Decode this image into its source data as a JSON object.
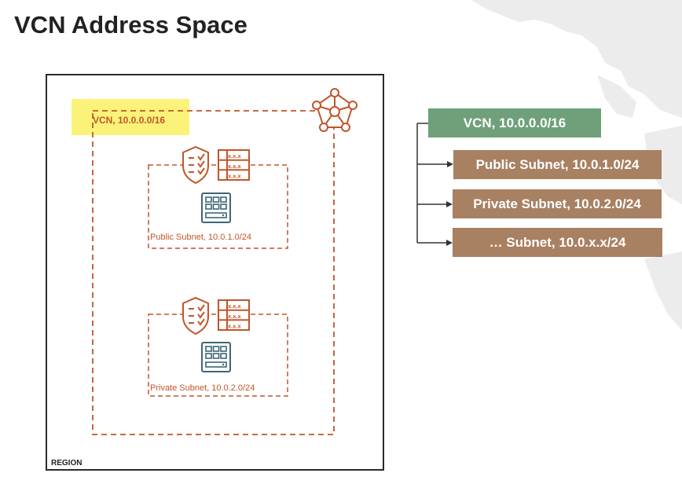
{
  "title": "VCN Address Space",
  "diagram": {
    "region_label": "REGION",
    "vcn_label": "VCN, 10.0.0.0/16",
    "public_subnet_label": "Public Subnet, 10.0.1.0/24",
    "private_subnet_label": "Private Subnet, 10.0.2.0/24",
    "route_table_text": "x.x.x"
  },
  "tree": {
    "vcn": "VCN, 10.0.0.0/16",
    "subnets": [
      "Public Subnet, 10.0.1.0/24",
      "Private Subnet, 10.0.2.0/24",
      "… Subnet, 10.0.x.x/24"
    ]
  },
  "colors": {
    "accent_orange": "#c0562a",
    "vcn_green": "#6fa07a",
    "subnet_brown": "#a88062",
    "highlight_yellow": "#fbf27a",
    "icon_teal": "#3d6775"
  }
}
